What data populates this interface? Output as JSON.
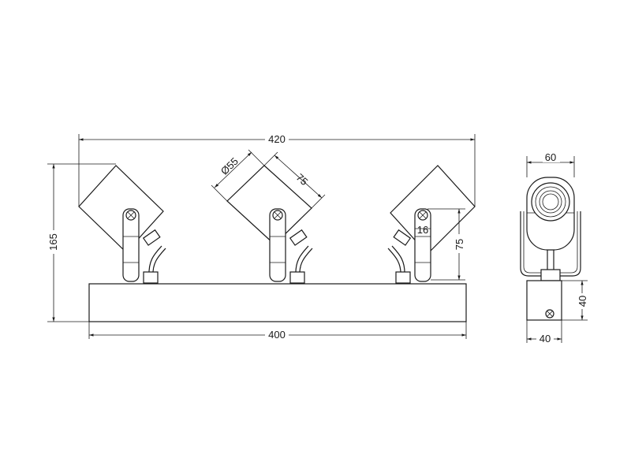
{
  "dimensions": {
    "total_width": "420",
    "total_height": "165",
    "base_length": "400",
    "head_diameter": "Ø55",
    "head_length": "75",
    "arm_offset": "16",
    "arm_height": "75",
    "side_width": "60",
    "side_base_height": "40",
    "side_base_width": "40"
  }
}
